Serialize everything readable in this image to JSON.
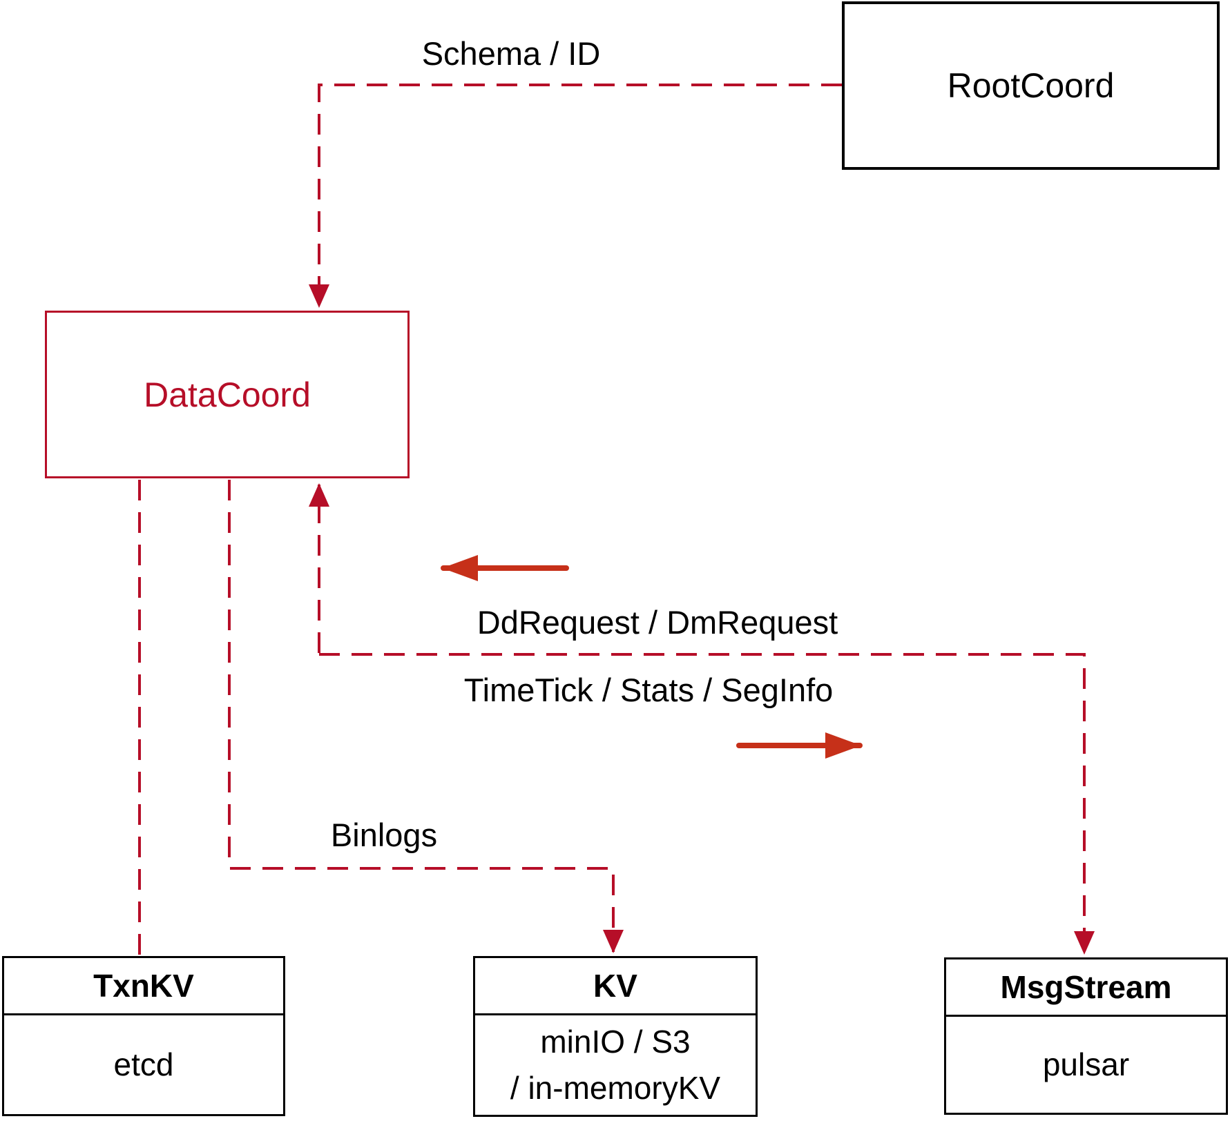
{
  "diagram": {
    "nodes": {
      "rootcoord": {
        "label": "RootCoord"
      },
      "datacoord": {
        "label": "DataCoord"
      },
      "txnkv": {
        "title": "TxnKV",
        "body": "etcd"
      },
      "kv": {
        "title": "KV",
        "lines": [
          "minIO / S3",
          "/ in-memoryKV"
        ]
      },
      "msgstream": {
        "title": "MsgStream",
        "body": "pulsar"
      }
    },
    "edges": {
      "schema_id": {
        "label": "Schema / ID"
      },
      "dd_dm_request": {
        "label": "DdRequest / DmRequest"
      },
      "timetick_stats_seginfo": {
        "label": "TimeTick / Stats / SegInfo"
      },
      "binlogs": {
        "label": "Binlogs"
      }
    }
  },
  "colors": {
    "crimson": "#b60e28",
    "vermilion": "#c63019",
    "ink": "#000000",
    "paper": "#ffffff"
  }
}
